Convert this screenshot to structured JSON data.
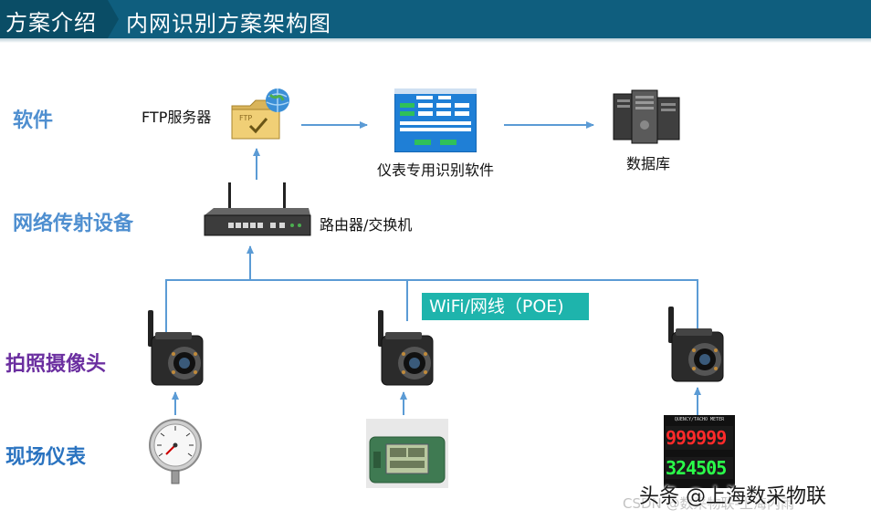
{
  "header": {
    "section_label": "方案介绍",
    "title": "内网识别方案架构图"
  },
  "layers": [
    {
      "label": "软件",
      "color": "#4f8fd0"
    },
    {
      "label": "网络传射设备",
      "color": "#4f8fd0"
    },
    {
      "label": "拍照摄像头",
      "color": "#6b2fa0"
    },
    {
      "label": "现场仪表",
      "color": "#2a73c0"
    }
  ],
  "devices": {
    "ftp": "FTP服务器",
    "software": "仪表专用识别软件",
    "database": "数据库",
    "router": "路由器/交换机"
  },
  "connection_badge": "WiFi/网线（POE)",
  "meter_digital_top": "999999",
  "meter_digital_bottom": "324505",
  "meter_digital_header": "QUENCY/TACHO METER",
  "watermark": {
    "main": "头条 @上海数采物联",
    "sub": "CSDN @数采物联-上海内雨"
  },
  "colors": {
    "header_bg": "#0f5e7e",
    "line": "#5b9bd5",
    "badge": "#1eb4ac"
  }
}
